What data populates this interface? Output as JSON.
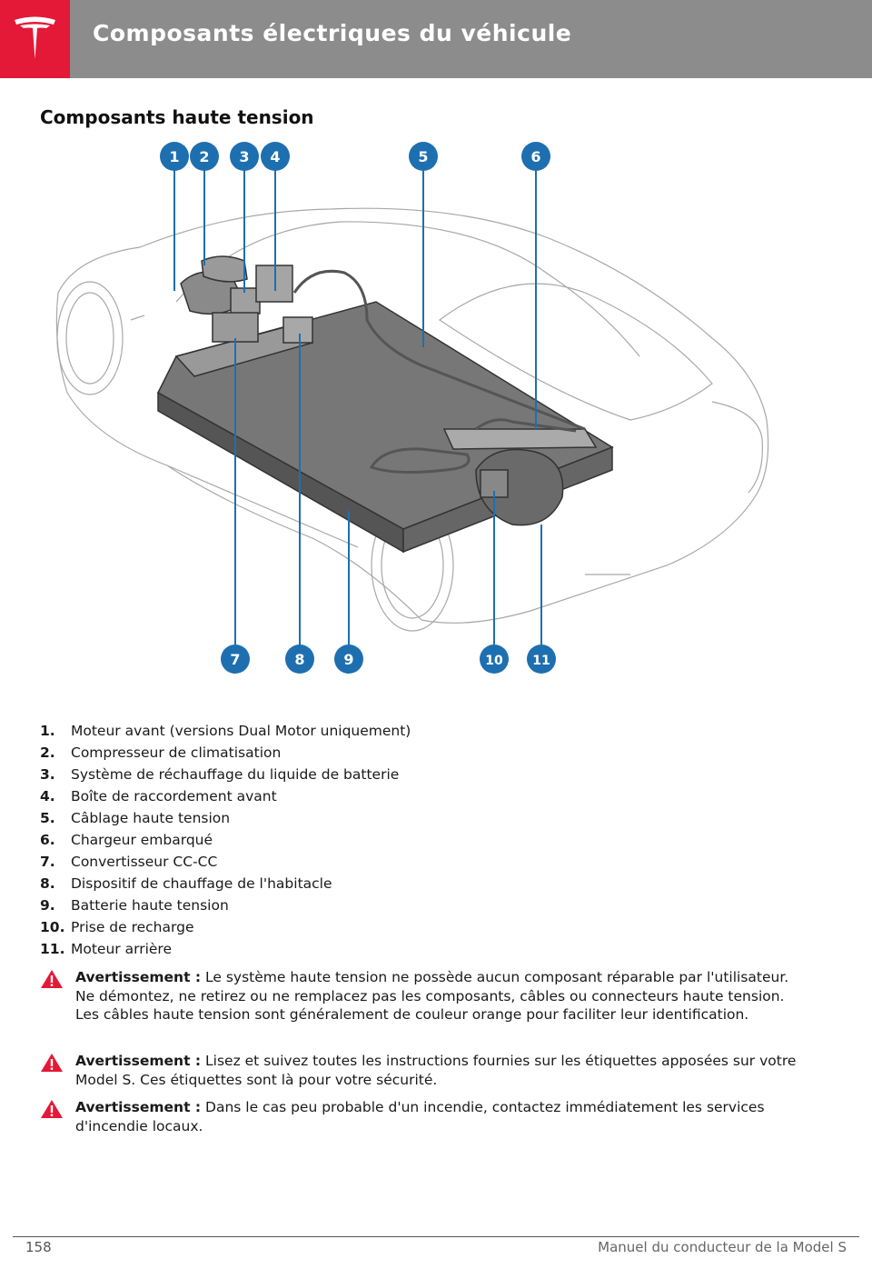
{
  "header": {
    "title": "Composants électriques du véhicule",
    "logo_icon": "tesla-logo-icon",
    "brand_color": "#e31937"
  },
  "section_title": "Composants haute tension",
  "diagram": {
    "callouts": [
      "1",
      "2",
      "3",
      "4",
      "5",
      "6",
      "7",
      "8",
      "9",
      "10",
      "11"
    ],
    "callout_color": "#1e6fb0"
  },
  "legend": [
    {
      "num": "1.",
      "text": "Moteur avant (versions Dual Motor uniquement)"
    },
    {
      "num": "2.",
      "text": "Compresseur de climatisation"
    },
    {
      "num": "3.",
      "text": "Système de réchauffage du liquide de batterie"
    },
    {
      "num": "4.",
      "text": "Boîte de raccordement avant"
    },
    {
      "num": "5.",
      "text": "Câblage haute tension"
    },
    {
      "num": "6.",
      "text": "Chargeur embarqué"
    },
    {
      "num": "7.",
      "text": "Convertisseur CC-CC"
    },
    {
      "num": "8.",
      "text": "Dispositif de chauffage de l'habitacle"
    },
    {
      "num": "9.",
      "text": "Batterie haute tension"
    },
    {
      "num": "10.",
      "text": "Prise de recharge"
    },
    {
      "num": "11.",
      "text": "Moteur arrière"
    }
  ],
  "warnings": [
    {
      "label": "Avertissement :",
      "text": "Le système haute tension ne possède aucun composant réparable par l'utilisateur. Ne démontez, ne retirez ou ne remplacez pas les composants, câbles ou connecteurs haute tension. Les câbles haute tension sont généralement de couleur orange pour faciliter leur identification."
    },
    {
      "label": "Avertissement :",
      "text": "Lisez et suivez toutes les instructions fournies sur les étiquettes apposées sur votre Model S. Ces étiquettes sont là pour votre sécurité."
    },
    {
      "label": "Avertissement :",
      "text": "Dans le cas peu probable d'un incendie, contactez immédiatement les services d'incendie locaux."
    }
  ],
  "warning_icon": "warning-triangle-icon",
  "footer": {
    "page_number": "158",
    "manual_name": "Manuel du conducteur de la Model S"
  }
}
